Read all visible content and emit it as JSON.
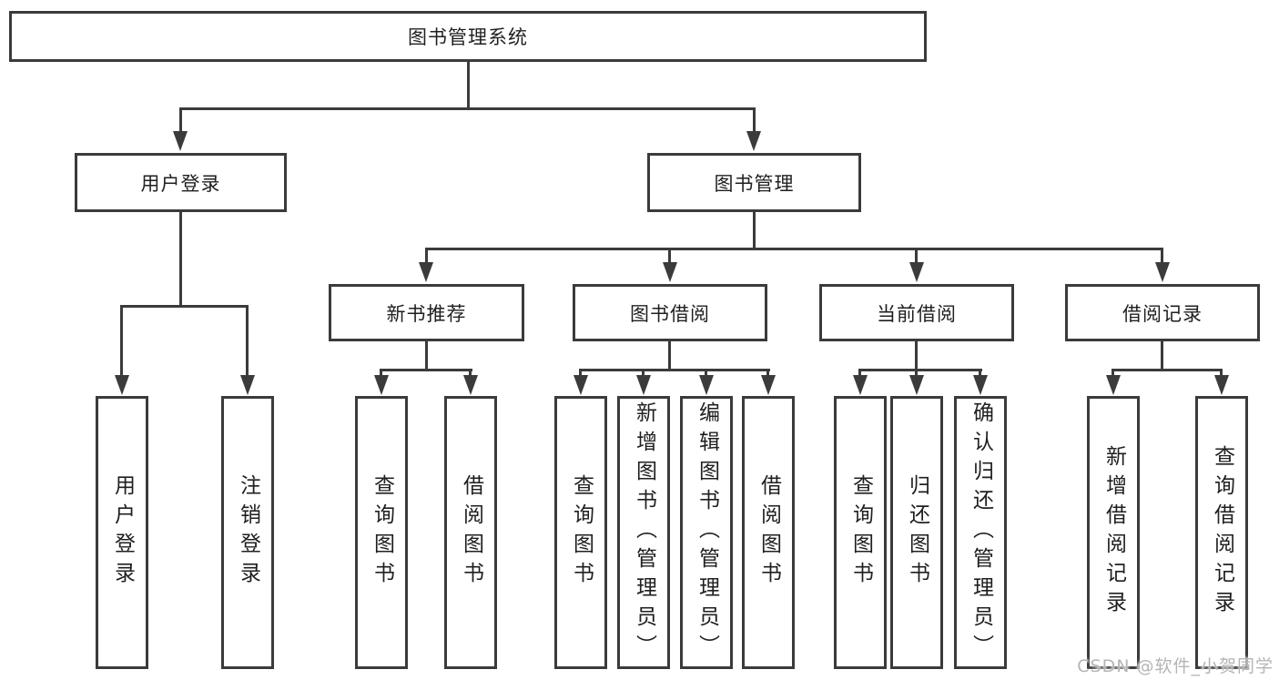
{
  "diagram_type": "hierarchy-tree",
  "colors": {
    "line": "#3b3b3b",
    "box_border": "#3b3b3b",
    "box_fill": "#ffffff",
    "text": "#1f1f1f",
    "watermark": "#b5b5b5",
    "background": "#ffffff"
  },
  "tree": {
    "label": "图书管理系统",
    "children": [
      {
        "label": "用户登录",
        "children": [
          {
            "label": "用户登录"
          },
          {
            "label": "注销登录"
          }
        ]
      },
      {
        "label": "图书管理",
        "children": [
          {
            "label": "新书推荐",
            "children": [
              {
                "label": "查询图书"
              },
              {
                "label": "借阅图书"
              }
            ]
          },
          {
            "label": "图书借阅",
            "children": [
              {
                "label": "查询图书"
              },
              {
                "label": "新增图书（管理员）"
              },
              {
                "label": "编辑图书（管理员）"
              },
              {
                "label": "借阅图书"
              }
            ]
          },
          {
            "label": "当前借阅",
            "children": [
              {
                "label": "查询图书"
              },
              {
                "label": "归还图书"
              },
              {
                "label": "确认归还（管理员）"
              }
            ]
          },
          {
            "label": "借阅记录",
            "children": [
              {
                "label": "新增借阅记录"
              },
              {
                "label": "查询借阅记录"
              }
            ]
          }
        ]
      }
    ]
  },
  "watermark": {
    "text": "CSDN @软件_小贺同学"
  }
}
